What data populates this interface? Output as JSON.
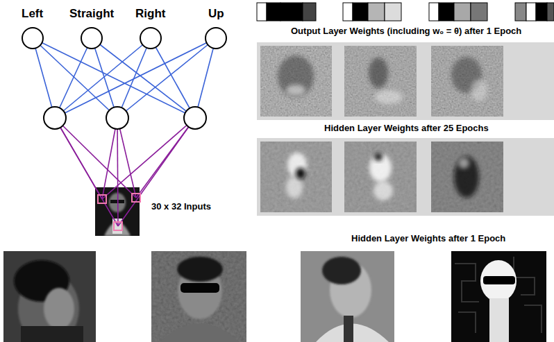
{
  "diagram": {
    "nodes": [
      {
        "text": [
          "Left"
        ]
      },
      {
        "text": [
          "Straight"
        ]
      },
      {
        "text": [
          "Right"
        ]
      },
      {
        "text": [
          "Up"
        ]
      },
      {
        "text": [
          "30 x 32 Inputs"
        ]
      }
    ],
    "labels": [
      "Output Layer Weights (including w₀ = θ) after 1 Epoch",
      "Hidden Layer Weights after 25 Epochs",
      "Hidden Layer Weights after 1 Epoch"
    ]
  }
}
